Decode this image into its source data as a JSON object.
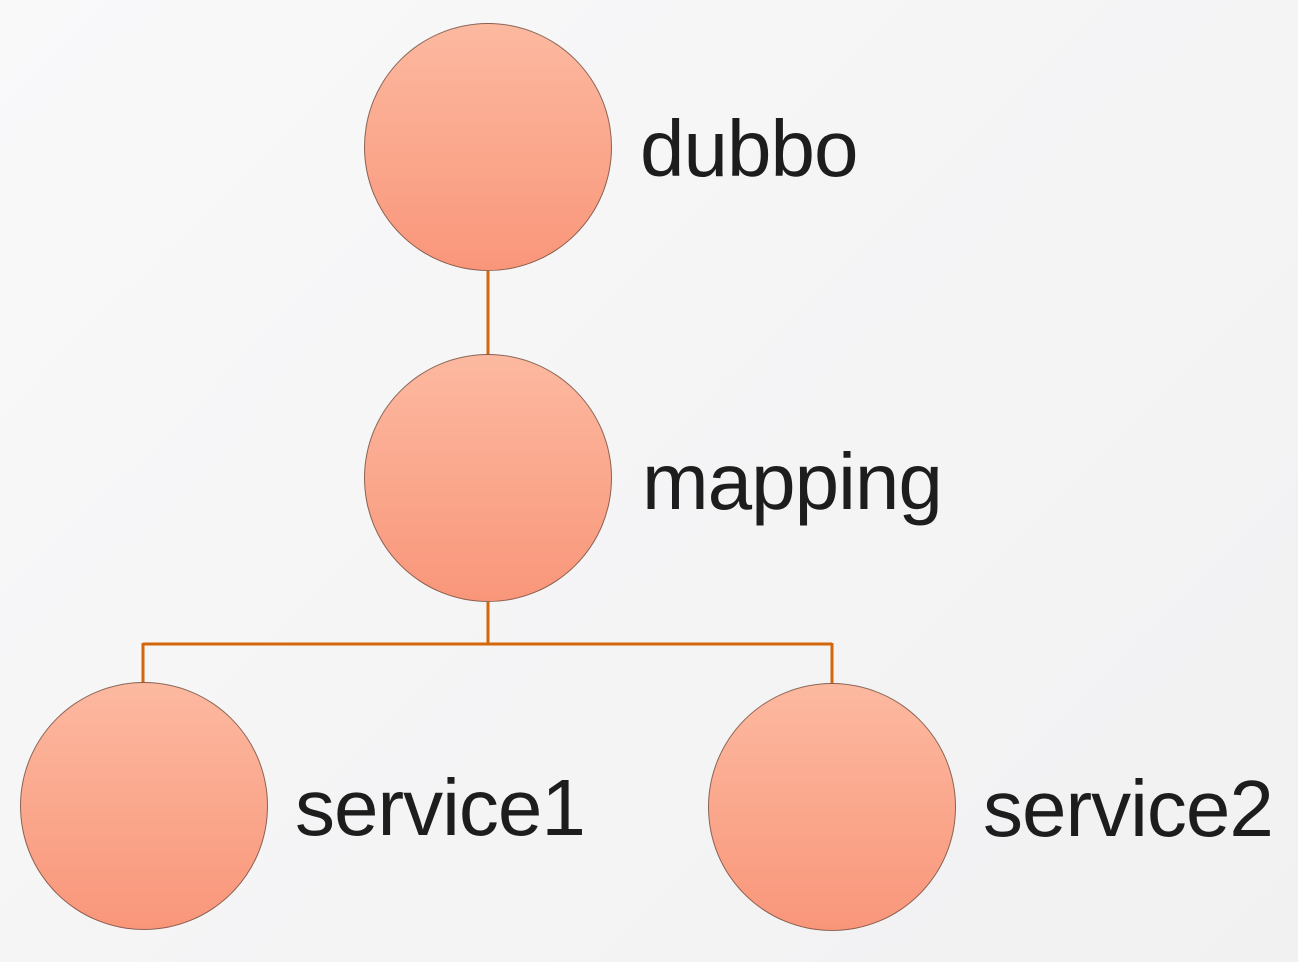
{
  "diagram": {
    "type": "tree",
    "nodes": [
      {
        "id": "dubbo",
        "label": "dubbo"
      },
      {
        "id": "mapping",
        "label": "mapping"
      },
      {
        "id": "service1",
        "label": "service1"
      },
      {
        "id": "service2",
        "label": "service2"
      }
    ],
    "edges": [
      {
        "from": "dubbo",
        "to": "mapping"
      },
      {
        "from": "mapping",
        "to": "service1"
      },
      {
        "from": "mapping",
        "to": "service2"
      }
    ]
  },
  "colors": {
    "node_fill_top": "#fcb9a0",
    "node_fill_bottom": "#f9967a",
    "node_border": "rgba(80,62,52,0.65)",
    "connector": "#d4660b",
    "label_text": "#1d1d1d",
    "background": "#f5f5f6"
  }
}
